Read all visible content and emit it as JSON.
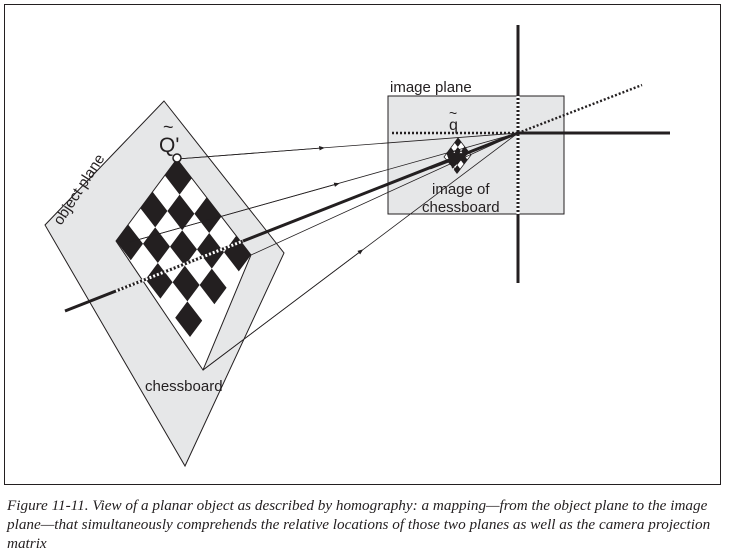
{
  "figure": {
    "labels": {
      "object_plane": "object plane",
      "image_plane": "image plane",
      "q_point": "Q'",
      "q_tilde_mark": "~",
      "q_image": "q",
      "image_of_line1": "image of",
      "image_of_line2": "chessboard",
      "chessboard": "chessboard"
    },
    "colors": {
      "stroke": "#231f20",
      "plane_fill": "#e6e7e8",
      "square_fill": "#231f20"
    }
  },
  "caption": "Figure 11-11. View of a planar object as described by homography: a mapping—from the object plane to the image plane—that simultaneously comprehends the relative locations of those two planes as well as the camera projection matrix"
}
